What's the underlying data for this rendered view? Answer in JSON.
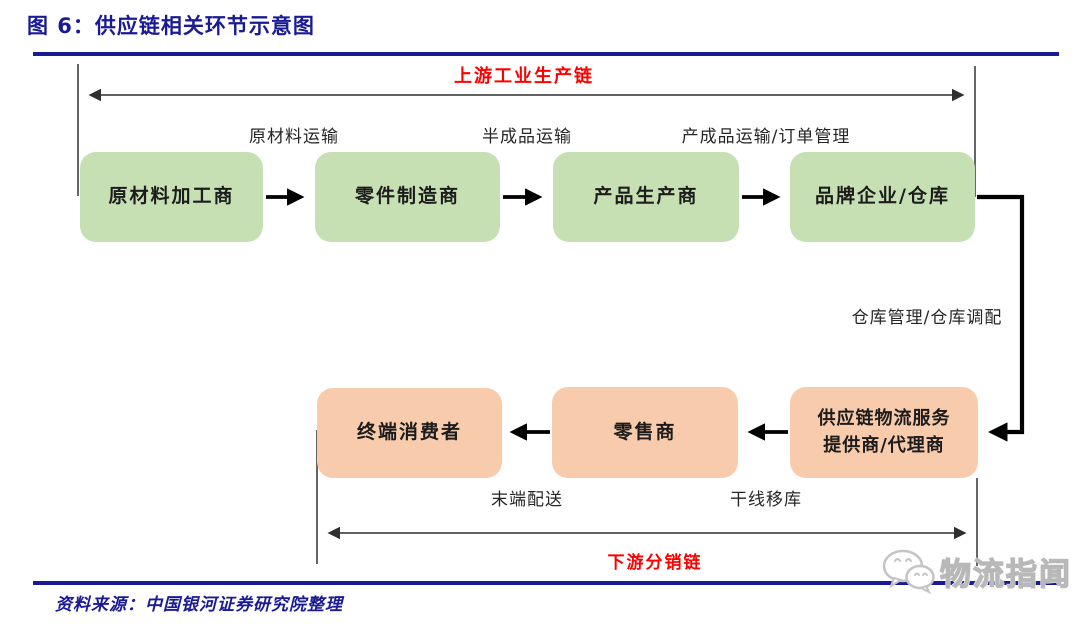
{
  "figure": {
    "title": "图 6：供应链相关环节示意图",
    "source": "资料来源：中国银河证券研究院整理"
  },
  "diagram": {
    "upstream_span_label": "上游工业生产链",
    "downstream_span_label": "下游分销链",
    "warehouse_connector_label": "仓库管理/仓库调配",
    "top_chain": {
      "boxes": [
        "原材料加工商",
        "零件制造商",
        "产品生产商",
        "品牌企业/仓库"
      ],
      "arrow_labels": [
        "原材料运输",
        "半成品运输",
        "产成品运输/订单管理"
      ]
    },
    "bottom_chain": {
      "boxes": [
        "终端消费者",
        "零售商",
        "供应链物流服务\n提供商/代理商"
      ],
      "arrow_labels": [
        "末端配送",
        "干线移库"
      ]
    }
  },
  "watermark": {
    "icon": "wechat-icon",
    "text": "物流指闻"
  },
  "colors": {
    "accent_navy": "#1a1a96",
    "accent_red": "#ff0000",
    "green_box": "#c6e0b4",
    "orange_box": "#f8cbad",
    "watermark_gray": "#c6c6c6"
  }
}
